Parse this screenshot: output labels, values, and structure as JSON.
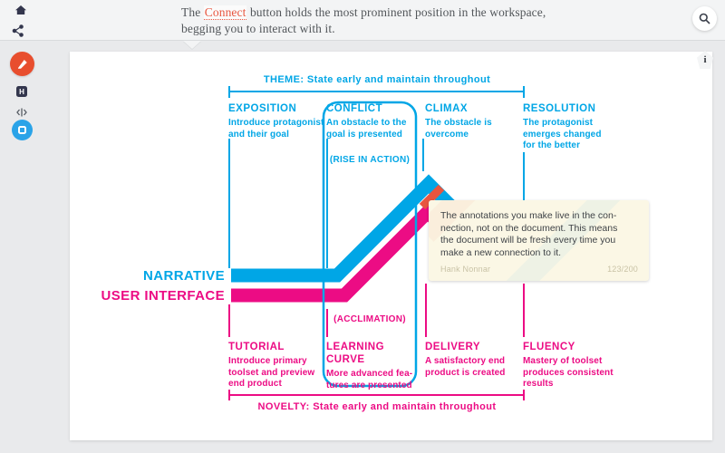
{
  "colors": {
    "cyan": "#00a6e6",
    "magenta": "#ec0c84",
    "accent-red": "#e8553f",
    "orange": "#e84e2e",
    "blue": "#2aa3e8",
    "ink": "#33364d"
  },
  "topbar": {
    "annotation_prefix": "The ",
    "annotation_link": "Connect",
    "annotation_line1_rest": " button holds the most prominent position in the workspace,",
    "annotation_line2": "begging you to interact with it."
  },
  "sidebar": {
    "heading_glyph": "H"
  },
  "diagram": {
    "theme_label": "THEME:",
    "theme_text": " State early and maintain throughout",
    "novelty_label": "NOVELTY:",
    "novelty_text": " State early and maintain throughout",
    "rise_label": "(RISE IN ACTION)",
    "acclimation_label": "(ACCLIMATION)",
    "narrative_label": "NARRATIVE",
    "user_interface_label": "USER INTERFACE",
    "top_stages": [
      {
        "title": "EXPOSITION",
        "lines": [
          "Introduce protagonist",
          "and their goal"
        ]
      },
      {
        "title": "CONFLICT",
        "lines": [
          "An obstacle to the",
          "goal is presented"
        ]
      },
      {
        "title": "CLIMAX",
        "lines": [
          "The obstacle is",
          "overcome"
        ]
      },
      {
        "title": "RESOLUTION",
        "lines": [
          "The protagonist",
          "emerges changed",
          "for the better"
        ]
      }
    ],
    "bottom_stages": [
      {
        "title": "TUTORIAL",
        "lines": [
          "Introduce primary",
          "toolset and preview",
          "end product"
        ]
      },
      {
        "title": "LEARNING CURVE",
        "lines": [
          "More advanced fea-",
          "tures are presented"
        ]
      },
      {
        "title": "DELIVERY",
        "lines": [
          "A satisfactory end",
          "product is created"
        ]
      },
      {
        "title": "FLUENCY",
        "lines": [
          "Mastery of toolset",
          "produces consistent",
          "results"
        ]
      }
    ]
  },
  "tooltip": {
    "lines": [
      "The annotations you make live in the con-",
      "nection, not on the document. This means",
      "the document will be fresh every time you",
      "make a new connection to it."
    ],
    "author": "Hank Nonnar",
    "counter": "123/200"
  }
}
